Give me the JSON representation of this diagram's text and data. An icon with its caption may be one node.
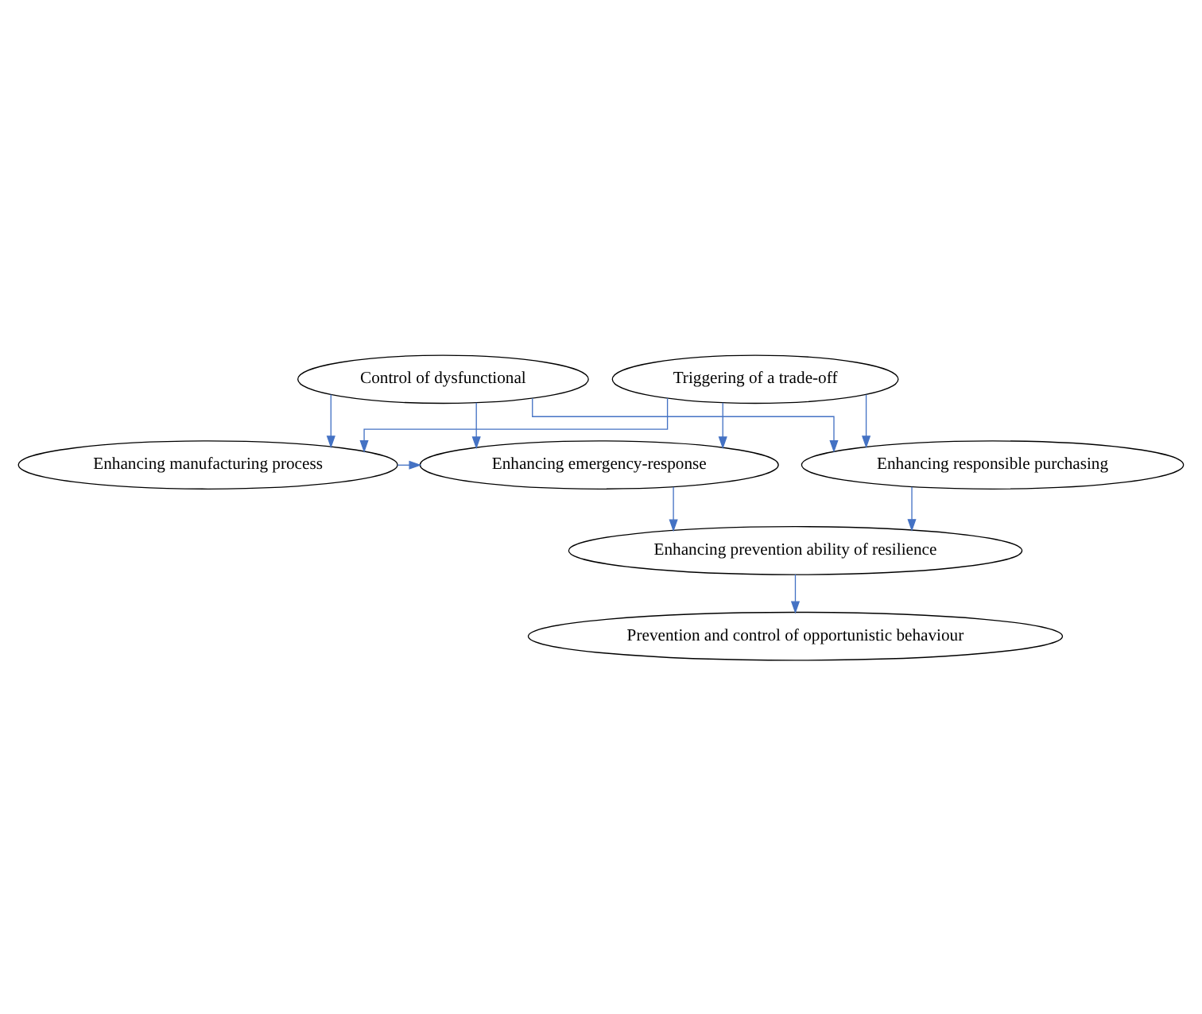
{
  "diagram": {
    "nodes": [
      {
        "text": [
          "Control of dysfunctional"
        ]
      },
      {
        "text": [
          "Triggering of a trade-off"
        ]
      },
      {
        "text": [
          "Enhancing manufacturing process"
        ]
      },
      {
        "text": [
          "Enhancing emergency-response"
        ]
      },
      {
        "text": [
          "Enhancing responsible purchasing"
        ]
      },
      {
        "text": [
          "Enhancing prevention ability of resilience"
        ]
      },
      {
        "text": [
          "Prevention and control of opportunistic behaviour"
        ]
      }
    ],
    "edges": [
      {
        "from": 0,
        "to": 2,
        "arrow": "to",
        "color": "#4472c4"
      },
      {
        "from": 0,
        "to": 3,
        "arrow": "to",
        "color": "#4472c4"
      },
      {
        "from": 0,
        "to": 4,
        "arrow": "to",
        "color": "#4472c4"
      },
      {
        "from": 1,
        "to": 2,
        "arrow": "to",
        "color": "#4472c4"
      },
      {
        "from": 1,
        "to": 3,
        "arrow": "to",
        "color": "#4472c4"
      },
      {
        "from": 1,
        "to": 4,
        "arrow": "to",
        "color": "#4472c4"
      },
      {
        "from": 2,
        "to": 3,
        "arrow": "to",
        "color": "#4472c4"
      },
      {
        "from": 3,
        "to": 5,
        "arrow": "to",
        "color": "#4472c4"
      },
      {
        "from": 4,
        "to": 5,
        "arrow": "to",
        "color": "#4472c4"
      },
      {
        "from": 5,
        "to": 6,
        "arrow": "to",
        "color": "#4472c4"
      }
    ]
  }
}
